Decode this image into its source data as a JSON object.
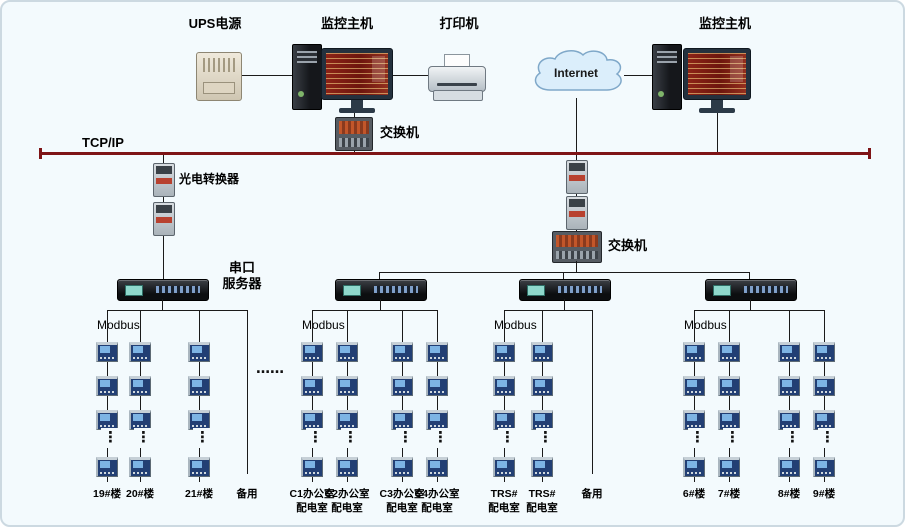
{
  "top": {
    "ups_label": "UPS电源",
    "host1_label": "监控主机",
    "printer_label": "打印机",
    "internet_label": "Internet",
    "host2_label": "监控主机"
  },
  "backbone": {
    "tcpip_label": "TCP/IP",
    "tcpip_color": "#7e1416",
    "switch1_label": "交换机",
    "switch2_label": "交换机",
    "optical_converter_label": "光电转换器",
    "serial_server_label": "串口\n服务器",
    "group_ellipsis": "……"
  },
  "groups": [
    {
      "modbus_label": "Modbus",
      "columns": [
        {
          "label": "19#楼",
          "meters": true
        },
        {
          "label": "20#楼",
          "meters": true
        },
        {
          "label": "21#楼",
          "meters": true
        },
        {
          "label": "备用",
          "meters": false
        }
      ]
    },
    {
      "modbus_label": "Modbus",
      "columns": [
        {
          "label": "C1办公室\n配电室",
          "meters": true
        },
        {
          "label": "C2办公室\n配电室",
          "meters": true
        },
        {
          "label": "C3办公室\n配电室",
          "meters": true
        },
        {
          "label": "C4办公室\n配电室",
          "meters": true
        }
      ]
    },
    {
      "modbus_label": "Modbus",
      "columns": [
        {
          "label": "TRS#\n配电室",
          "meters": true
        },
        {
          "label": "TRS#\n配电室",
          "meters": true
        },
        {
          "label": "备用",
          "meters": false
        }
      ]
    },
    {
      "modbus_label": "Modbus",
      "columns": [
        {
          "label": "6#楼",
          "meters": true
        },
        {
          "label": "7#楼",
          "meters": true
        },
        {
          "label": "8#楼",
          "meters": true
        },
        {
          "label": "9#楼",
          "meters": true
        }
      ]
    }
  ]
}
